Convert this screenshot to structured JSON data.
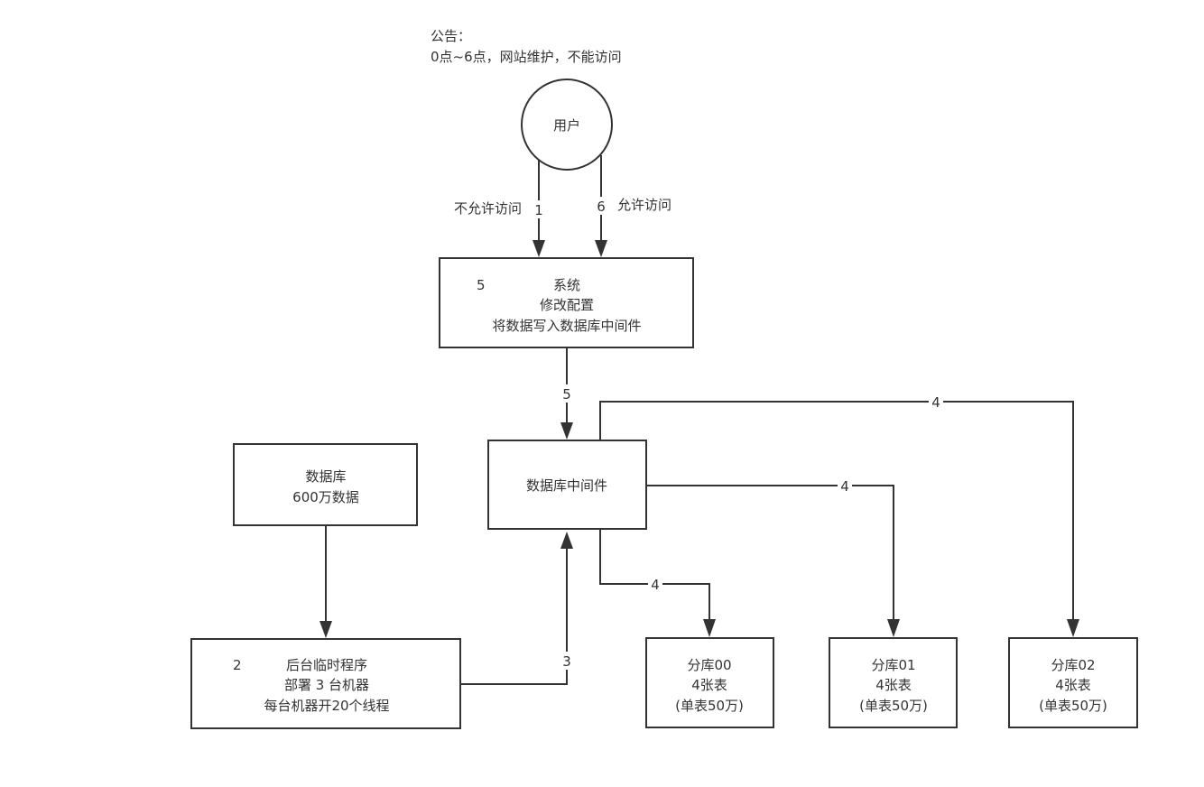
{
  "colors": {
    "stroke": "#333333",
    "text": "#333333",
    "background": "#ffffff"
  },
  "announcement": {
    "title": "公告：",
    "text": "0点~6点，网站维护，不能访问"
  },
  "nodes": {
    "user": {
      "label": "用户"
    },
    "system": {
      "step": "5",
      "lines": [
        "系统",
        "修改配置",
        "将数据写入数据库中间件"
      ]
    },
    "middleware": {
      "label": "数据库中间件"
    },
    "database": {
      "lines": [
        "数据库",
        "600万数据"
      ]
    },
    "temp_program": {
      "step": "2",
      "lines": [
        "后台临时程序",
        "部署 3 台机器",
        "每台机器开20个线程"
      ]
    },
    "shard00": {
      "lines": [
        "分库00",
        "4张表",
        "(单表50万)"
      ]
    },
    "shard01": {
      "lines": [
        "分库01",
        "4张表",
        "(单表50万)"
      ]
    },
    "shard02": {
      "lines": [
        "分库02",
        "4张表",
        "(单表50万)"
      ]
    }
  },
  "edges": {
    "user_to_system_denied": {
      "step": "1",
      "label": "不允许访问"
    },
    "user_to_system_allowed": {
      "step": "6",
      "label": "允许访问"
    },
    "system_to_middleware": {
      "step": "5"
    },
    "database_to_program": {
      "step": ""
    },
    "program_to_middleware": {
      "step": "3"
    },
    "middleware_to_shard00": {
      "step": "4"
    },
    "middleware_to_shard01": {
      "step": "4"
    },
    "middleware_to_shard02": {
      "step": "4"
    }
  }
}
